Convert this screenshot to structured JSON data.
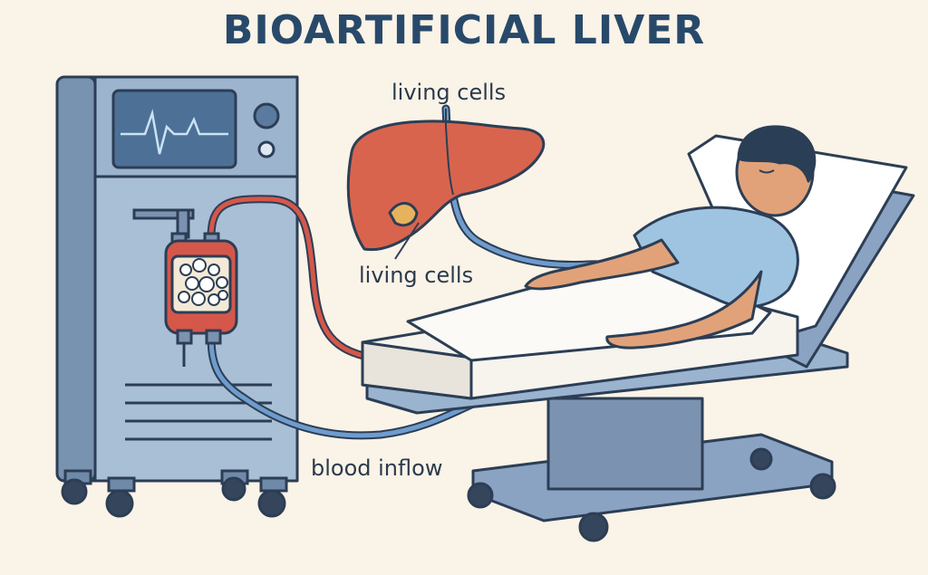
{
  "title": "BIOARTIFICIAL LIVER",
  "labels": {
    "living_cells_top": "living cells",
    "living_cells_liver": "living cells",
    "blood_inflow": "blood inflow"
  },
  "icons": [
    "bioreactor-machine",
    "ecg-monitor-icon",
    "cell-cartridge",
    "liver-icon",
    "patient",
    "hospital-bed",
    "blood-tubing"
  ],
  "colors": {
    "background": "#faf3e7",
    "title": "#28496a",
    "machine": "#8fa9c4",
    "blood_line": "#d5574a",
    "return_line": "#5d8bbf",
    "liver": "#d8644e",
    "gown": "#9fc4e2",
    "bed": "#8aa3c2"
  }
}
